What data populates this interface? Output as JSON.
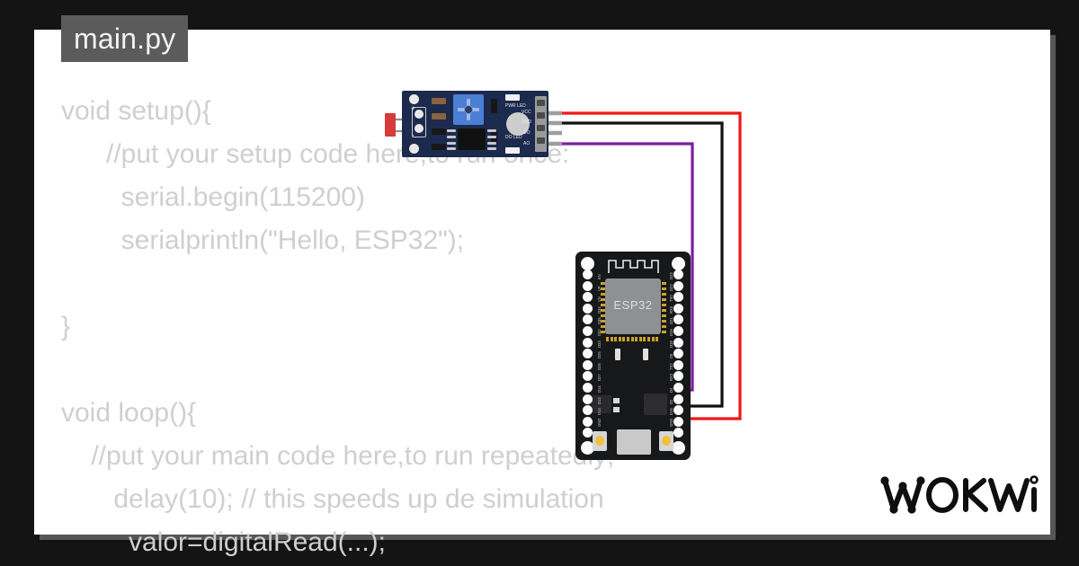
{
  "window": {
    "background_color": "#141414",
    "panel_color": "#ffffff",
    "panel_shadow_color": "#565656"
  },
  "file_tab": {
    "label": "main.py",
    "background_color": "#5b5b5b",
    "text_color": "#f2f2f2"
  },
  "editor": {
    "text_color": "#cfcfcf",
    "lines": [
      "void setup(){",
      "      //put your setup code here,to run once:",
      "        serial.begin(115200)",
      "        serialprintln(\"Hello, ESP32\");",
      "",
      "}",
      "",
      "void loop(){",
      "    //put your main code here,to run repeatedly;",
      "       delay(10); // this speeds up de simulation",
      "         valor=digitalRead(...);"
    ]
  },
  "diagram": {
    "sensor_module": {
      "name": "LM393 comparator sensor module",
      "board_color": "#1b2a4d",
      "left_marks": [
        "+",
        "-"
      ],
      "led_labels": [
        "PWR LED",
        "DO LED"
      ],
      "pin_labels": [
        "VCC",
        "GND",
        "DO",
        "AO"
      ],
      "probe_color": "#d93a3a"
    },
    "esp32_board": {
      "name": "ESP32 DevKit V1",
      "chip_label": "ESP32",
      "board_color": "#17181a",
      "shield_color": "#8f9093",
      "left_pins": [
        "EN",
        "VP",
        "VN",
        "D34",
        "D35",
        "D32",
        "D33",
        "D25",
        "D26",
        "D27",
        "D14",
        "D12",
        "D13",
        "GND",
        "VIN"
      ],
      "right_pins": [
        "D23",
        "D22",
        "TX0",
        "RX0",
        "D21",
        "D19",
        "D18",
        "D5",
        "TX2",
        "RX2",
        "D4",
        "D2",
        "D15",
        "GND",
        "3V3"
      ]
    },
    "wires": [
      {
        "label": "VCC-to-VIN",
        "color": "#f01717",
        "from": "VCC",
        "to": "VIN"
      },
      {
        "label": "GND-to-GND",
        "color": "#111111",
        "from": "GND",
        "to": "GND"
      },
      {
        "label": "AO-to-D2",
        "color": "#7b1fa2",
        "from": "AO",
        "to": "D2"
      }
    ]
  },
  "branding": {
    "logo_text": "WOKWI",
    "logo_color": "#0f0f0f"
  }
}
